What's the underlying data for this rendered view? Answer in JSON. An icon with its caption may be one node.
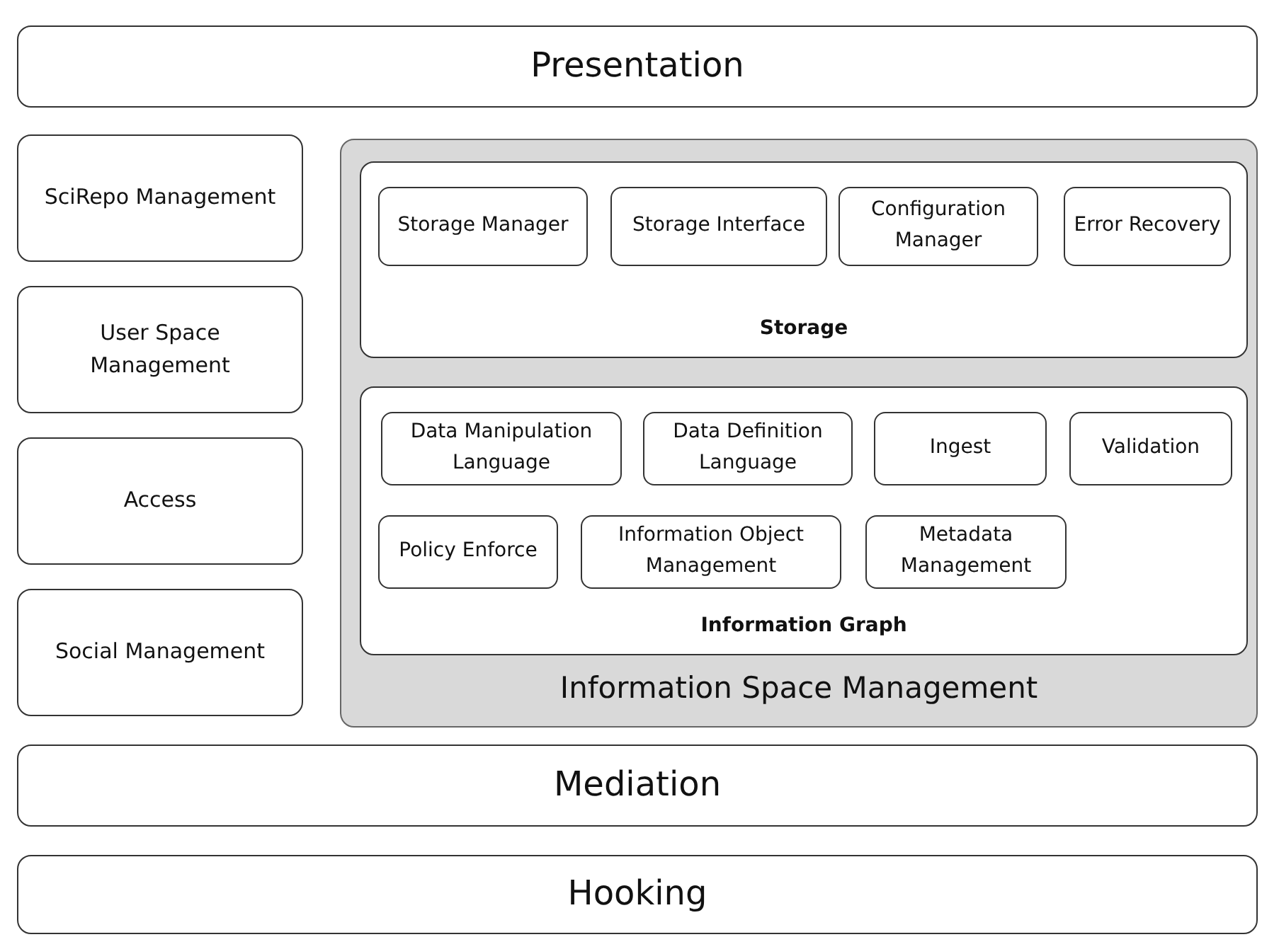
{
  "diagram": {
    "nodes": [
      {
        "text": [
          "Presentation"
        ]
      },
      {
        "text": [
          "SciRepo Management"
        ]
      },
      {
        "text": [
          "User Space Management"
        ]
      },
      {
        "text": [
          "Access"
        ]
      },
      {
        "text": [
          "Social Management"
        ]
      },
      {
        "text": [
          "Information Space Management"
        ]
      },
      {
        "text": [
          "Storage"
        ],
        "in": 5
      },
      {
        "text": [
          "Storage Manager"
        ],
        "in": 6
      },
      {
        "text": [
          "Storage Interface"
        ],
        "in": 6
      },
      {
        "text": [
          "Configuration Manager"
        ],
        "in": 6
      },
      {
        "text": [
          "Error Recovery"
        ],
        "in": 6
      },
      {
        "text": [
          "Information Graph"
        ],
        "in": 5
      },
      {
        "text": [
          "Data Manipulation Language"
        ],
        "in": 11
      },
      {
        "text": [
          "Data Definition Language"
        ],
        "in": 11
      },
      {
        "text": [
          "Ingest"
        ],
        "in": 11
      },
      {
        "text": [
          "Validation"
        ],
        "in": 11
      },
      {
        "text": [
          "Policy Enforce"
        ],
        "in": 11
      },
      {
        "text": [
          "Information Object Management"
        ],
        "in": 11
      },
      {
        "text": [
          "Metadata Management"
        ],
        "in": 11
      },
      {
        "text": [
          "Mediation"
        ]
      },
      {
        "text": [
          "Hooking"
        ]
      }
    ],
    "edges": []
  }
}
